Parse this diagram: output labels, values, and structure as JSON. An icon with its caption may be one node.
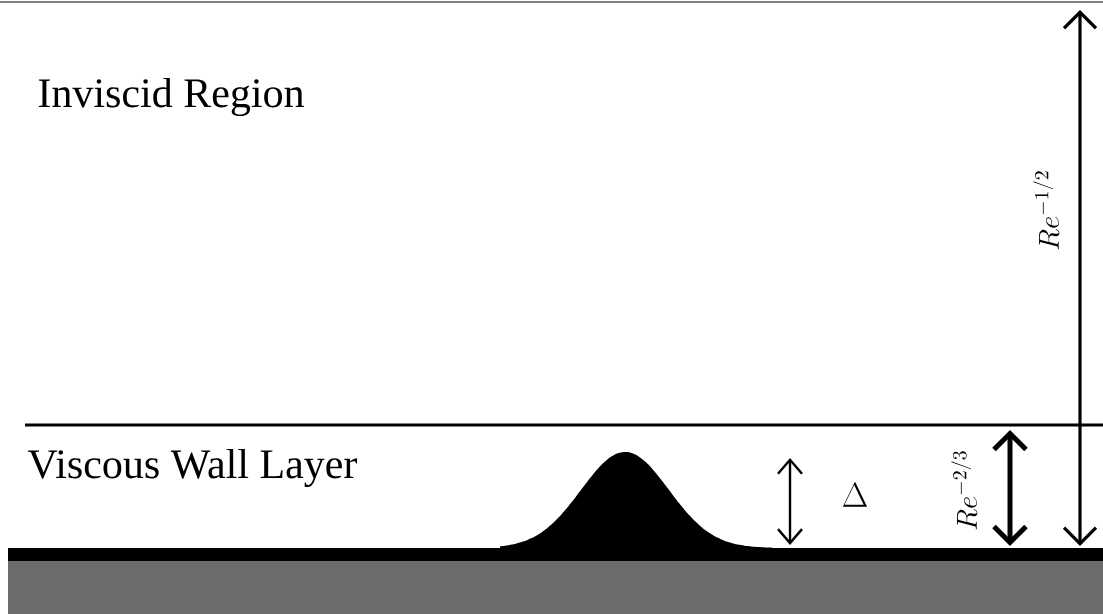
{
  "diagram": {
    "labels": [
      "Inviscid Region",
      "Re^{-1/2}",
      "Viscous Wall Layer",
      "\\Delta",
      "Re^{-2/3}"
    ]
  }
}
